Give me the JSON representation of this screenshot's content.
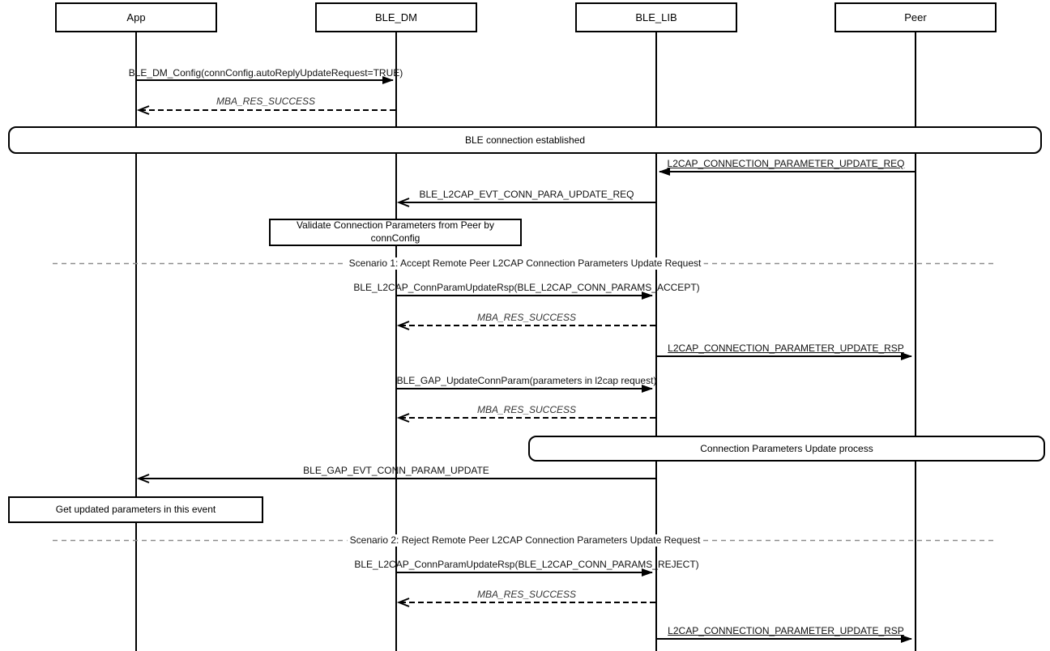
{
  "actors": [
    {
      "name": "App"
    },
    {
      "name": "BLE_DM"
    },
    {
      "name": "BLE_LIB"
    },
    {
      "name": "Peer"
    }
  ],
  "frames": {
    "connection_established": "BLE connection established",
    "update_process": "Connection Parameters Update process"
  },
  "notes": {
    "validate": {
      "lines": [
        "Validate Connection Parameters from Peer by",
        "connConfig"
      ]
    },
    "get_params": {
      "text": "Get updated parameters in this event"
    }
  },
  "dividers": [
    {
      "label": "Scenario 1: Accept Remote Peer L2CAP Connection Parameters Update Request"
    },
    {
      "label": "Scenario 2: Reject Remote Peer L2CAP Connection Parameters Update Request"
    }
  ],
  "messages": [
    {
      "label": "BLE_DM_Config(connConfig.autoReplyUpdateRequest=TRUE)",
      "from": "App",
      "to": "BLE_DM",
      "line": "solid",
      "arrowhead": "filled"
    },
    {
      "label": "MBA_RES_SUCCESS",
      "from": "BLE_DM",
      "to": "App",
      "line": "dashed",
      "arrowhead": "open"
    },
    {
      "label": "L2CAP_CONNECTION_PARAMETER_UPDATE_REQ",
      "from": "Peer",
      "to": "BLE_LIB",
      "line": "solid",
      "arrowhead": "filled"
    },
    {
      "label": "BLE_L2CAP_EVT_CONN_PARA_UPDATE_REQ",
      "from": "BLE_LIB",
      "to": "BLE_DM",
      "line": "solid",
      "arrowhead": "open"
    },
    {
      "label": "BLE_L2CAP_ConnParamUpdateRsp(BLE_L2CAP_CONN_PARAMS_ACCEPT)",
      "from": "BLE_DM",
      "to": "BLE_LIB",
      "line": "solid",
      "arrowhead": "filled"
    },
    {
      "label": "MBA_RES_SUCCESS",
      "from": "BLE_LIB",
      "to": "BLE_DM",
      "line": "dashed",
      "arrowhead": "open"
    },
    {
      "label": "L2CAP_CONNECTION_PARAMETER_UPDATE_RSP",
      "from": "BLE_LIB",
      "to": "Peer",
      "line": "solid",
      "arrowhead": "filled"
    },
    {
      "label": "BLE_GAP_UpdateConnParam(parameters in l2cap request)",
      "from": "BLE_DM",
      "to": "BLE_LIB",
      "line": "solid",
      "arrowhead": "filled"
    },
    {
      "label": "MBA_RES_SUCCESS",
      "from": "BLE_LIB",
      "to": "BLE_DM",
      "line": "dashed",
      "arrowhead": "open"
    },
    {
      "label": "BLE_GAP_EVT_CONN_PARAM_UPDATE",
      "from": "BLE_LIB",
      "to": "App",
      "line": "solid",
      "arrowhead": "open"
    },
    {
      "label": "BLE_L2CAP_ConnParamUpdateRsp(BLE_L2CAP_CONN_PARAMS_REJECT)",
      "from": "BLE_DM",
      "to": "BLE_LIB",
      "line": "solid",
      "arrowhead": "filled"
    },
    {
      "label": "MBA_RES_SUCCESS",
      "from": "BLE_LIB",
      "to": "BLE_DM",
      "line": "dashed",
      "arrowhead": "open"
    },
    {
      "label": "L2CAP_CONNECTION_PARAMETER_UPDATE_RSP",
      "from": "BLE_LIB",
      "to": "Peer",
      "line": "solid",
      "arrowhead": "filled"
    }
  ],
  "colors": {
    "line": "#000000",
    "divider": "#8c8c8c",
    "background": "#ffffff"
  }
}
